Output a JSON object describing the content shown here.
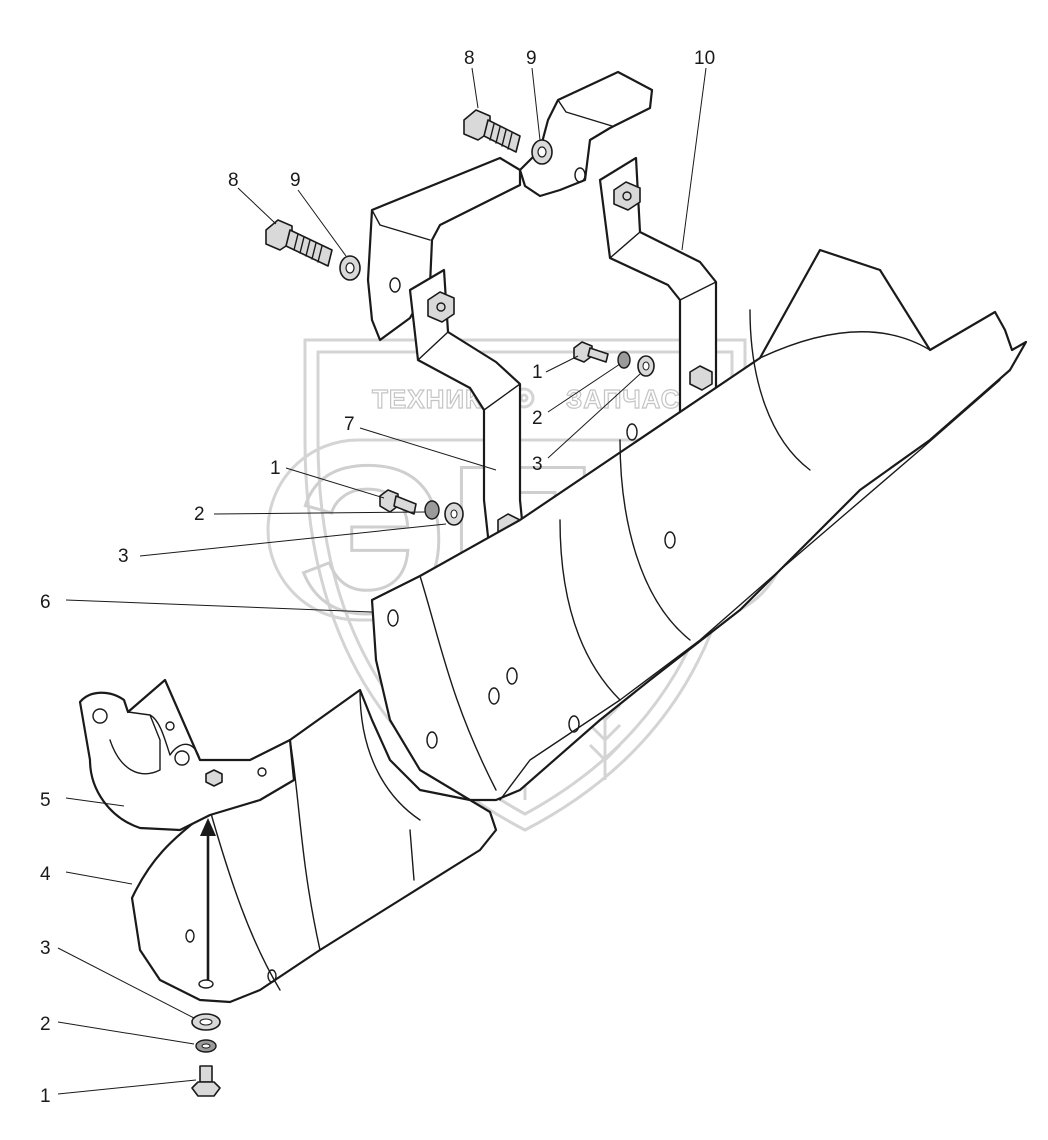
{
  "watermark": {
    "left_text": "ТЕХНИКА",
    "right_text": "ЗАПЧАСТИ",
    "logo_text": "ЭПФ"
  },
  "callouts": [
    {
      "id": "c8a",
      "label": "8"
    },
    {
      "id": "c9a",
      "label": "9"
    },
    {
      "id": "c10",
      "label": "10"
    },
    {
      "id": "c8b",
      "label": "8"
    },
    {
      "id": "c9b",
      "label": "9"
    },
    {
      "id": "c1a",
      "label": "1"
    },
    {
      "id": "c2a",
      "label": "2"
    },
    {
      "id": "c3a",
      "label": "3"
    },
    {
      "id": "c7",
      "label": "7"
    },
    {
      "id": "c1b",
      "label": "1"
    },
    {
      "id": "c2b",
      "label": "2"
    },
    {
      "id": "c3b",
      "label": "3"
    },
    {
      "id": "c6",
      "label": "6"
    },
    {
      "id": "c5",
      "label": "5"
    },
    {
      "id": "c4",
      "label": "4"
    },
    {
      "id": "c3c",
      "label": "3"
    },
    {
      "id": "c2c",
      "label": "2"
    },
    {
      "id": "c1c",
      "label": "1"
    }
  ],
  "colors": {
    "line": "#1a1a1a",
    "watermark": "#cfcfcf",
    "background": "#ffffff"
  }
}
